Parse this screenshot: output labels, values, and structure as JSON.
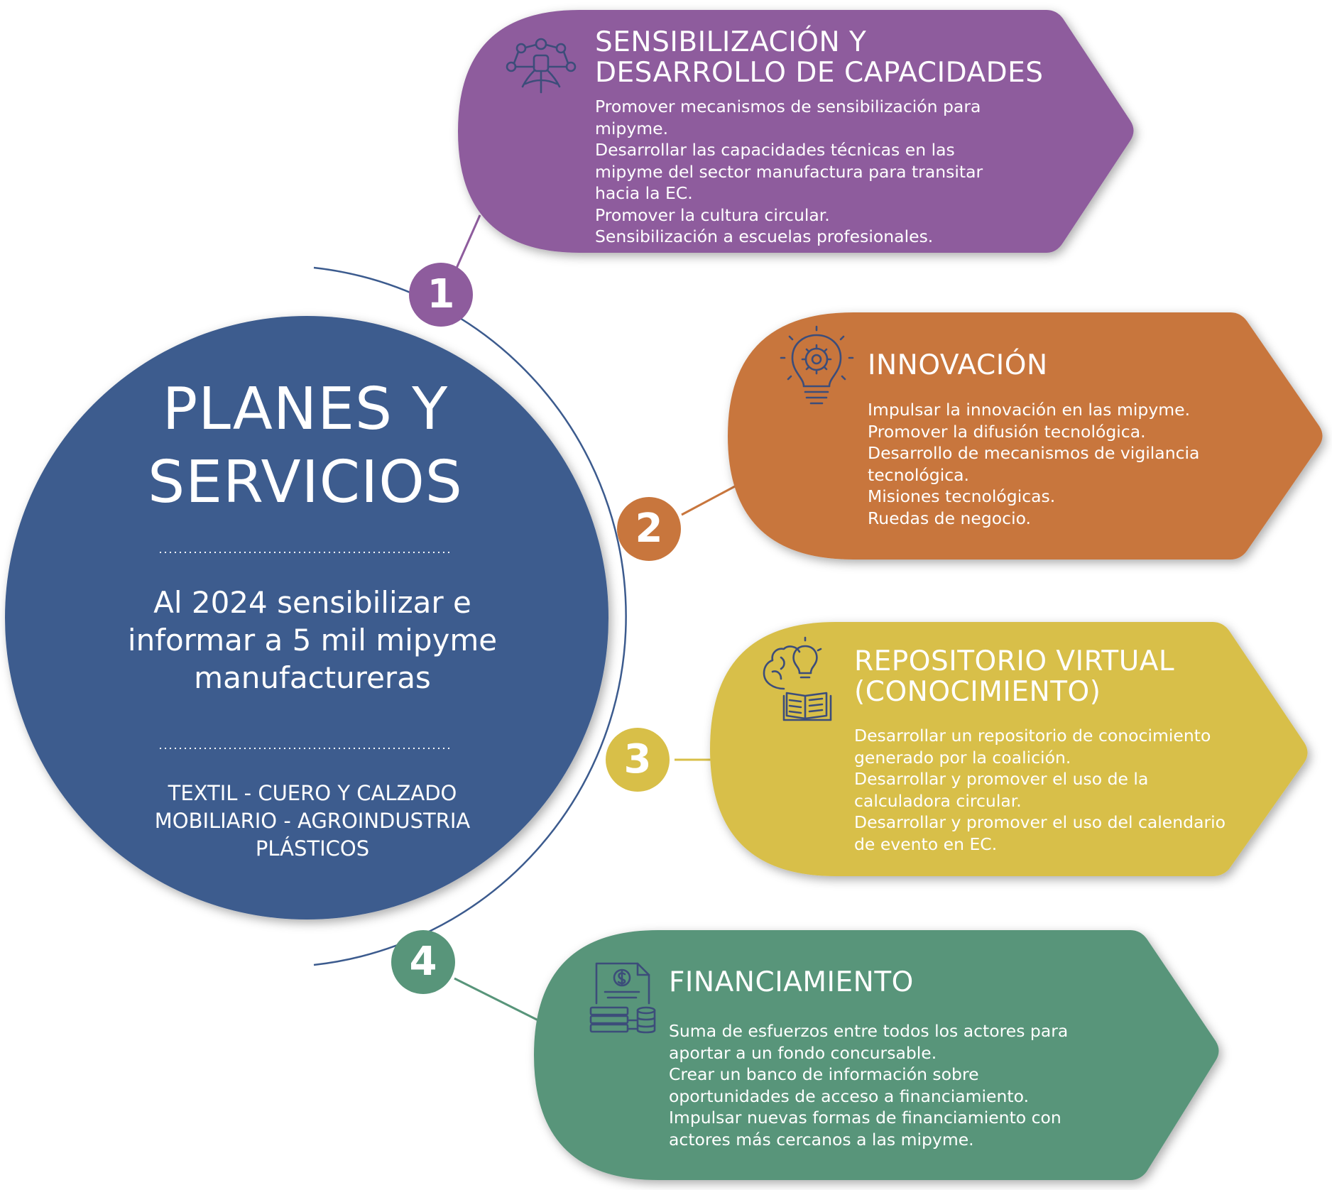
{
  "center": {
    "title": "PLANES Y\nSERVICIOS",
    "goal": "Al 2024 sensibilizar e\ninformar a 5 mil mipyme\nmanufactureras",
    "sectors": "TEXTIL - CUERO Y CALZADO\nMOBILIARIO - AGROINDUSTRIA\nPLÁSTICOS",
    "color": "#3C5B8E"
  },
  "cards": [
    {
      "number": "1",
      "title": "SENSIBILIZACIÓN Y\nDESARROLLO DE CAPACIDADES",
      "icon": "people-network-icon",
      "color": "#8E5C9D",
      "items": [
        "Promover mecanismos de sensibilización para mipyme.",
        "Desarrollar las capacidades técnicas en las mipyme del sector manufactura para transitar hacia la EC.",
        "Promover la cultura circular.",
        "Sensibilización a escuelas profesionales."
      ]
    },
    {
      "number": "2",
      "title": "INNOVACIÓN",
      "icon": "lightbulb-gear-icon",
      "color": "#C8763D",
      "items": [
        "Impulsar la innovación en las mipyme.",
        "Promover la difusión tecnológica.",
        "Desarrollo de mecanismos de vigilancia tecnológica.",
        "Misiones tecnológicas.",
        "Ruedas de negocio."
      ]
    },
    {
      "number": "3",
      "title": "REPOSITORIO VIRTUAL\n(CONOCIMIENTO)",
      "icon": "brain-book-icon",
      "color": "#D8BF48",
      "items": [
        "Desarrollar un repositorio de conocimiento generado por la coalición.",
        "Desarrollar y promover el uso de la calculadora circular.",
        "Desarrollar y promover el uso del calendario de evento en EC."
      ]
    },
    {
      "number": "4",
      "title": "FINANCIAMIENTO",
      "icon": "money-document-icon",
      "color": "#58957A",
      "items": [
        "Suma de esfuerzos entre todos los actores para aportar a un fondo concursable.",
        "Crear un banco de información sobre oportunidades de acceso a financiamiento.",
        "Impulsar nuevas formas de financiamiento con actores más cercanos a las mipyme."
      ]
    }
  ]
}
